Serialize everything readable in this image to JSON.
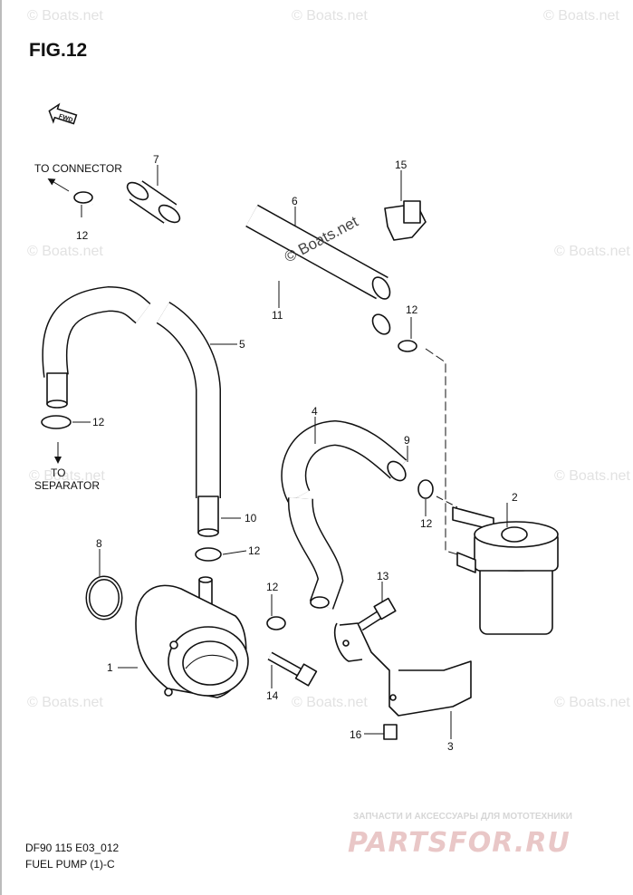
{
  "figure": {
    "title": "FIG.12",
    "fwd_badge": "FWD"
  },
  "annotations": {
    "to_connector": "TO CONNECTOR",
    "to_separator_1": "TO",
    "to_separator_2": "SEPARATOR"
  },
  "callouts": [
    {
      "id": "c1",
      "label": "1",
      "part": "fuel pump"
    },
    {
      "id": "c2",
      "label": "2",
      "part": "fuel filter"
    },
    {
      "id": "c3",
      "label": "3",
      "part": "bracket"
    },
    {
      "id": "c4",
      "label": "4",
      "part": "hose"
    },
    {
      "id": "c5",
      "label": "5",
      "part": "hose"
    },
    {
      "id": "c6",
      "label": "6",
      "part": "hose"
    },
    {
      "id": "c7",
      "label": "7",
      "part": "hose"
    },
    {
      "id": "c8",
      "label": "8",
      "part": "o-ring"
    },
    {
      "id": "c9",
      "label": "9",
      "part": "hose"
    },
    {
      "id": "c10",
      "label": "10",
      "part": "hose"
    },
    {
      "id": "c11",
      "label": "11",
      "part": "hose"
    },
    {
      "id": "c12a",
      "label": "12",
      "part": "clip"
    },
    {
      "id": "c12b",
      "label": "12",
      "part": "clip"
    },
    {
      "id": "c12c",
      "label": "12",
      "part": "clip"
    },
    {
      "id": "c12d",
      "label": "12",
      "part": "clip"
    },
    {
      "id": "c12e",
      "label": "12",
      "part": "clip"
    },
    {
      "id": "c12f",
      "label": "12",
      "part": "clip"
    },
    {
      "id": "c13",
      "label": "13",
      "part": "bolt"
    },
    {
      "id": "c14",
      "label": "14",
      "part": "bolt"
    },
    {
      "id": "c15",
      "label": "15",
      "part": "clamp"
    },
    {
      "id": "c16",
      "label": "16",
      "part": "spacer"
    }
  ],
  "watermark": {
    "text": "© Boats.net",
    "center_text": "© Boats.net"
  },
  "footer": {
    "code": "DF90 115 E03_012",
    "caption": "FUEL PUMP (1)-C"
  },
  "branding": {
    "subtitle": "ЗАПЧАСТИ И АКСЕССУАРЫ ДЛЯ МОТОТЕХНИКИ",
    "name": "PARTSFOR.RU"
  }
}
